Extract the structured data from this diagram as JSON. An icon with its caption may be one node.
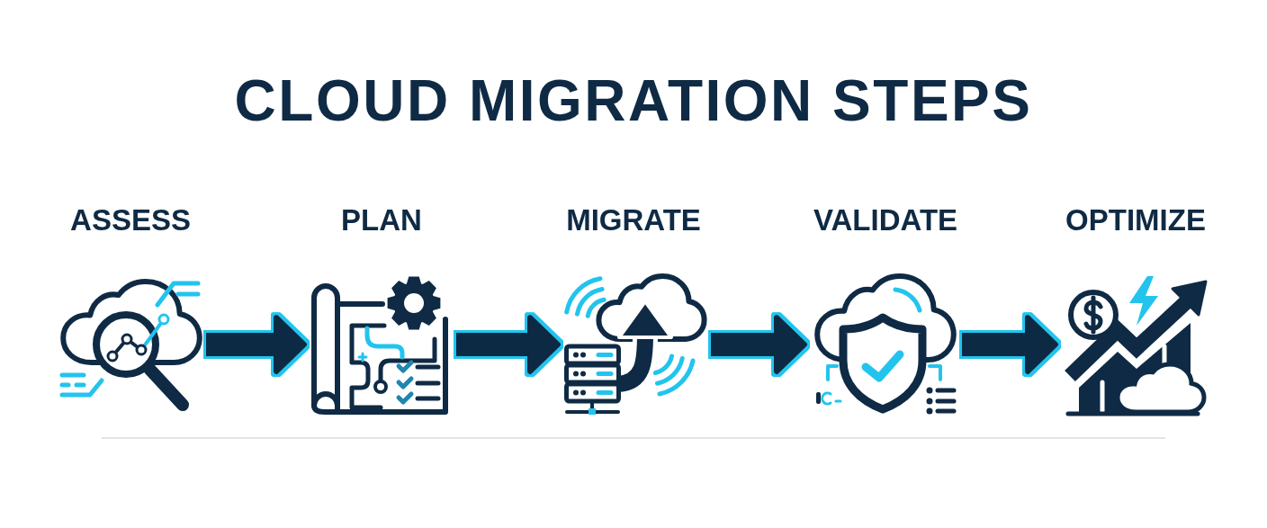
{
  "diagram": {
    "title": "CLOUD MIGRATION STEPS",
    "nodes": [
      {
        "text": [
          "ASSESS"
        ]
      },
      {
        "text": [
          "PLAN"
        ]
      },
      {
        "text": [
          "MIGRATE"
        ]
      },
      {
        "text": [
          "VALIDATE"
        ]
      },
      {
        "text": [
          "OPTIMIZE"
        ]
      }
    ],
    "edges": [
      {
        "from": 0,
        "to": 1,
        "arrow": "to"
      },
      {
        "from": 1,
        "to": 2,
        "arrow": "to"
      },
      {
        "from": 2,
        "to": 3,
        "arrow": "to"
      },
      {
        "from": 3,
        "to": 4,
        "arrow": "to"
      }
    ]
  }
}
